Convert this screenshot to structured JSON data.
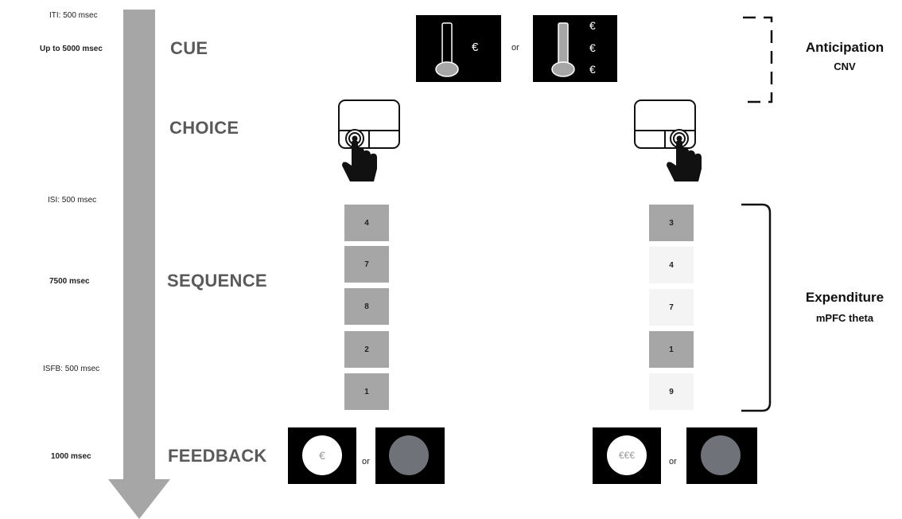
{
  "timeline": {
    "iti": "ITI: 500 msec",
    "cue_time": "Up to 5000 msec",
    "isi": "ISI: 500 msec",
    "seq_time": "7500 msec",
    "isfb": "ISFB: 500 msec",
    "fb_time": "1000 msec"
  },
  "phases": {
    "cue": "CUE",
    "choice": "CHOICE",
    "sequence": "SEQUENCE",
    "feedback": "FEEDBACK"
  },
  "cue": {
    "low_symbol": "€",
    "high_symbols": [
      "€",
      "€",
      "€"
    ],
    "or": "or"
  },
  "sequences": {
    "left": [
      {
        "digit": "4",
        "shade": "dark"
      },
      {
        "digit": "7",
        "shade": "dark"
      },
      {
        "digit": "8",
        "shade": "dark"
      },
      {
        "digit": "2",
        "shade": "dark"
      },
      {
        "digit": "1",
        "shade": "dark"
      }
    ],
    "right": [
      {
        "digit": "3",
        "shade": "dark"
      },
      {
        "digit": "4",
        "shade": "light"
      },
      {
        "digit": "7",
        "shade": "light"
      },
      {
        "digit": "1",
        "shade": "dark"
      },
      {
        "digit": "9",
        "shade": "light"
      }
    ]
  },
  "feedback": {
    "left_coin": "€",
    "right_coin": "€€€",
    "or": "or"
  },
  "annotations": {
    "anticipation_title": "Anticipation",
    "anticipation_sub": "CNV",
    "expenditure_title": "Expenditure",
    "expenditure_sub": "mPFC theta"
  },
  "colors": {
    "arrow": "#a6a6a6",
    "dark_square": "#a6a6a6",
    "light_square": "#f4f4f4",
    "grey_disc": "#6f7278"
  }
}
